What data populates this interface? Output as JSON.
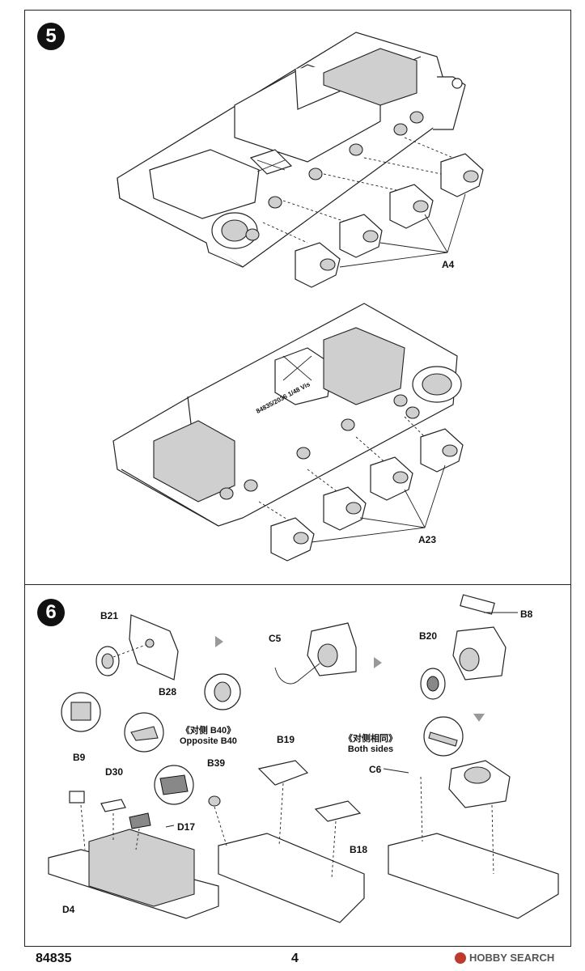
{
  "steps": [
    {
      "number": "5",
      "parts": {
        "a4": "A4",
        "a23": "A23"
      }
    },
    {
      "number": "6",
      "parts": {
        "b21": "B21",
        "b28": "B28",
        "c5": "C5",
        "b20": "B20",
        "b8": "B8",
        "b9": "B9",
        "d30": "D30",
        "d17": "D17",
        "d4": "D4",
        "b39": "B39",
        "b19": "B19",
        "b18": "B18",
        "c6": "C6"
      },
      "notes": {
        "opposite_cn": "《对侧 B40》",
        "opposite_en": "Opposite B40",
        "both_cn": "《对侧相同》",
        "both_en": "Both sides"
      }
    }
  ],
  "hull_marking": "84835/2036 1/48 Vis",
  "footer": {
    "product_code": "84835",
    "page_number": "4",
    "watermark": "HOBBY SEARCH"
  },
  "icons": [
    "step-arrow-right",
    "step-arrow-down",
    "hobby-search-logo"
  ]
}
